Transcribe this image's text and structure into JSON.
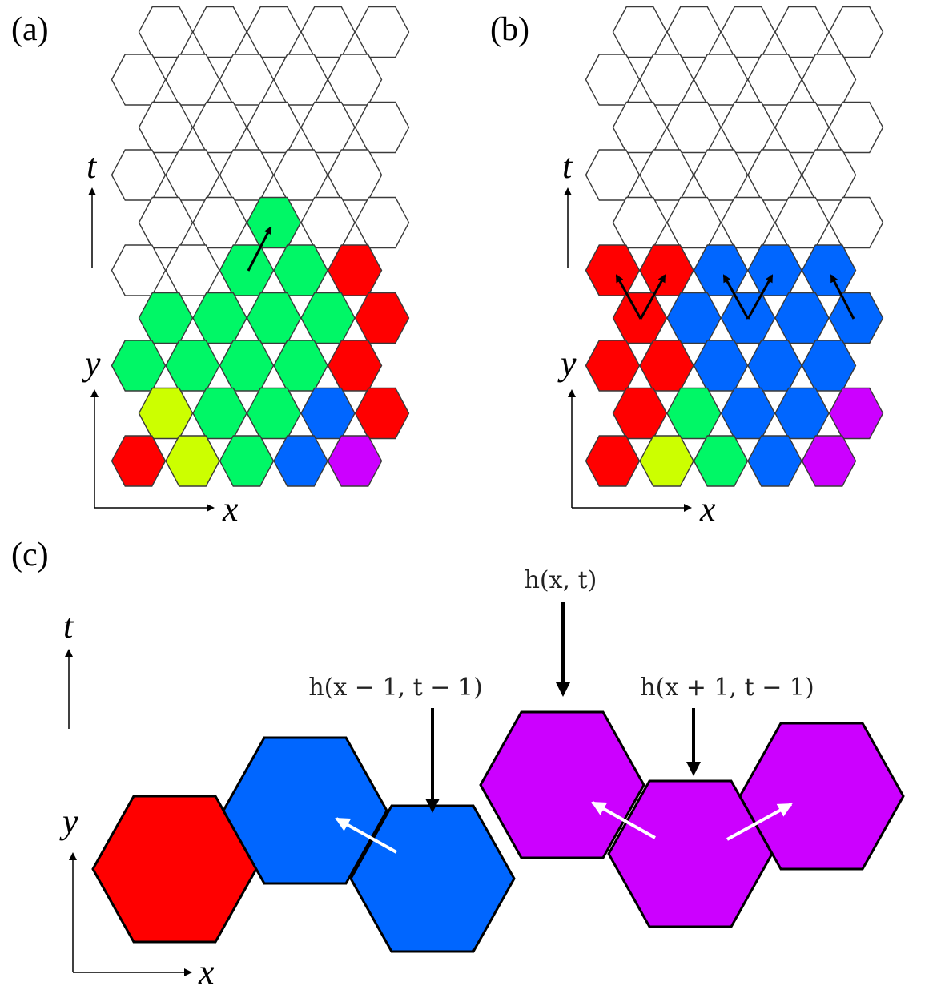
{
  "colors": {
    "empty": "#ffffff",
    "green": "#00f766",
    "red": "#ff0000",
    "blue": "#0066ff",
    "yellow": "#ccff00",
    "purple": "#cc00ff",
    "arrow_dark": "#000000",
    "arrow_light": "#ffffff"
  },
  "panels": [
    {
      "id": "a",
      "label": "(a)",
      "axes": {
        "t": "t",
        "y": "y",
        "x": "x"
      },
      "rows": [
        [
          "empty",
          "empty",
          "empty",
          "empty",
          "empty"
        ],
        [
          "empty",
          "empty",
          "empty",
          "empty",
          "empty"
        ],
        [
          "empty",
          "empty",
          "empty",
          "empty",
          "empty"
        ],
        [
          "empty",
          "empty",
          "empty",
          "empty",
          "empty"
        ],
        [
          "empty",
          "empty",
          "green",
          "empty",
          "empty"
        ],
        [
          "empty",
          "empty",
          "green",
          "green",
          "red"
        ],
        [
          "green",
          "green",
          "green",
          "green",
          "red"
        ],
        [
          "green",
          "green",
          "green",
          "green",
          "red"
        ],
        [
          "yellow",
          "green",
          "green",
          "blue",
          "red"
        ],
        [
          "red",
          "yellow",
          "green",
          "blue",
          "purple"
        ]
      ]
    },
    {
      "id": "b",
      "label": "(b)",
      "axes": {
        "t": "t",
        "y": "y",
        "x": "x"
      },
      "rows": [
        [
          "empty",
          "empty",
          "empty",
          "empty",
          "empty"
        ],
        [
          "empty",
          "empty",
          "empty",
          "empty",
          "empty"
        ],
        [
          "empty",
          "empty",
          "empty",
          "empty",
          "empty"
        ],
        [
          "empty",
          "empty",
          "empty",
          "empty",
          "empty"
        ],
        [
          "empty",
          "empty",
          "empty",
          "empty",
          "empty"
        ],
        [
          "red",
          "red",
          "blue",
          "blue",
          "blue"
        ],
        [
          "red",
          "blue",
          "blue",
          "blue",
          "blue"
        ],
        [
          "red",
          "red",
          "blue",
          "blue",
          "blue"
        ],
        [
          "red",
          "green",
          "blue",
          "blue",
          "purple"
        ],
        [
          "red",
          "yellow",
          "green",
          "blue",
          "purple"
        ]
      ]
    }
  ],
  "panel_c": {
    "label": "(c)",
    "axes": {
      "t": "t",
      "y": "y",
      "x": "x"
    },
    "hexes": [
      "red",
      "blue",
      "blue",
      "purple",
      "purple",
      "purple"
    ],
    "annotations": {
      "center": "h(x, t)",
      "left": "h(x − 1, t − 1)",
      "right": "h(x + 1, t − 1)"
    }
  }
}
